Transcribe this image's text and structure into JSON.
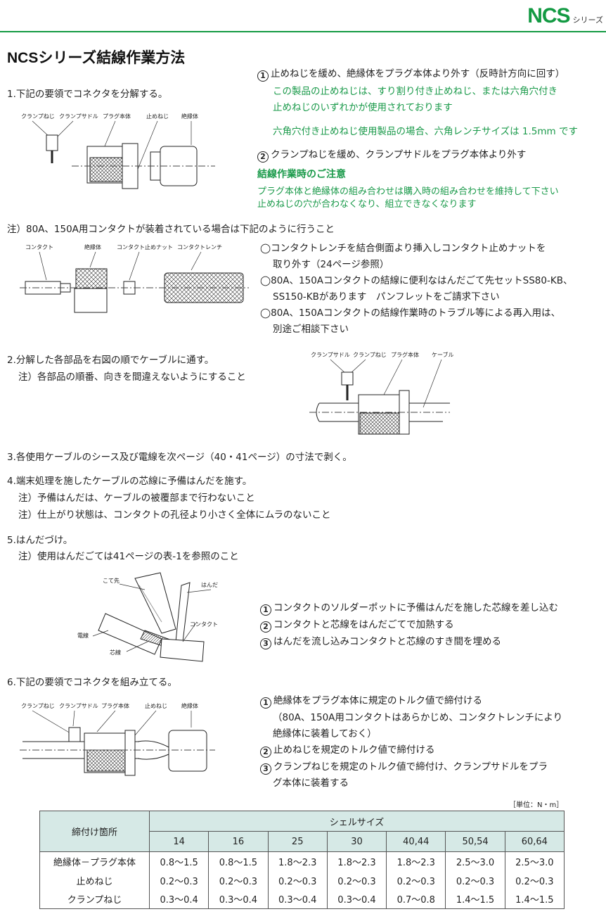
{
  "header": {
    "logo": "NCS",
    "series": "シリーズ"
  },
  "title": "NCSシリーズ結線作業方法",
  "step1": {
    "heading": "1.下記の要領でコネクタを分解する。",
    "fig_labels": [
      "クランプねじ",
      "クランプサドル",
      "プラグ本体",
      "止めねじ",
      "絶縁体"
    ]
  },
  "right1": {
    "item1_num": "1",
    "item1": "止めねじを緩め、絶縁体をプラグ本体より外す（反時計方向に回す）",
    "note1": "この製品の止めねじは、すり割り付き止めねじ、または六角穴付き",
    "note2": "止めねじのいずれかが使用されております",
    "note3": "六角穴付き止めねじ使用製品の場合、六角レンチサイズは 1.5mm です",
    "item2_num": "2",
    "item2": "クランプねじを緩め、クランプサドルをプラグ本体より外す",
    "caution_title": "結線作業時のご注意",
    "caution1": "プラグ本体と絶縁体の組み合わせは購入時の組み合わせを維持して下さい",
    "caution2": "止めねじの穴が合わなくなり、組立できなくなります"
  },
  "note80": {
    "line": "注）80A、150A用コンタクトが装着されている場合は下記のように行うこと",
    "fig_labels": [
      "コンタクト",
      "絶縁体",
      "コンタクト止めナット",
      "コンタクトレンチ"
    ],
    "b1a": "◯コンタクトレンチを結合側面より挿入しコンタクト止めナットを",
    "b1b": "取り外す（24ページ参照）",
    "b2a": "◯80A、150Aコンタクトの結線に便利なはんだごて先セットSS80-KB、",
    "b2b": "SS150-KBがあります　パンフレットをご請求下さい",
    "b3a": "◯80A、150Aコンタクトの結線作業時のトラブル等による再入用は、",
    "b3b": "別途ご相談下さい"
  },
  "step2": {
    "heading": "2.分解した各部品を右図の順でケーブルに通す。",
    "note": "注）各部品の順番、向きを間違えないようにすること",
    "fig_labels": [
      "クランプサドル",
      "クランプねじ",
      "プラグ本体",
      "ケーブル"
    ]
  },
  "step3": {
    "heading": "3.各使用ケーブルのシース及び電線を次ページ（40・41ページ）の寸法で剥く。"
  },
  "step4": {
    "heading": "4.端末処理を施したケーブルの芯線に予備はんだを施す。",
    "note1": "注）予備はんだは、ケーブルの被覆部まで行わないこと",
    "note2": "注）仕上がり状態は、コンタクトの孔径より小さく全体にムラのないこと"
  },
  "step5": {
    "heading": "5.はんだづけ。",
    "note": "注）使用はんだごては41ページの表-1を参照のこと",
    "fig_labels": [
      "こて先",
      "はんだ",
      "コンタクト",
      "電線",
      "芯線"
    ],
    "items": [
      {
        "num": "1",
        "text": "コンタクトのソルダーポットに予備はんだを施した芯線を差し込む"
      },
      {
        "num": "2",
        "text": "コンタクトと芯線をはんだごてで加熱する"
      },
      {
        "num": "3",
        "text": "はんだを流し込みコンタクトと芯線のすき間を埋める"
      }
    ]
  },
  "step6": {
    "heading": "6.下記の要領でコネクタを組み立てる。",
    "fig_labels": [
      "クランプねじ",
      "クランプサドル",
      "プラグ本体",
      "止めねじ",
      "絶縁体"
    ],
    "i1_num": "1",
    "i1a": "絶縁体をプラグ本体に規定のトルク値で締付ける",
    "i1b": "（80A、150A用コンタクトはあらかじめ、コンタクトレンチにより",
    "i1c": "絶縁体に装着しておく）",
    "i2_num": "2",
    "i2": "止めねじを規定のトルク値で締付ける",
    "i3_num": "3",
    "i3a": "クランプねじを規定のトルク値で締付け、クランプサドルをプラ",
    "i3b": "グ本体に装着する"
  },
  "table": {
    "unit": "［単位：N・m］",
    "col0": "締付け箇所",
    "group": "シェルサイズ",
    "sizes": [
      "14",
      "16",
      "25",
      "30",
      "40,44",
      "50,54",
      "60,64"
    ],
    "rows": [
      {
        "label": "絶縁体－プラグ本体",
        "values": [
          "0.8～1.5",
          "0.8～1.5",
          "1.8～2.3",
          "1.8～2.3",
          "1.8～2.3",
          "2.5～3.0",
          "2.5～3.0"
        ]
      },
      {
        "label": "止めねじ",
        "values": [
          "0.2～0.3",
          "0.2～0.3",
          "0.2～0.3",
          "0.2～0.3",
          "0.2～0.3",
          "0.2～0.3",
          "0.2～0.3"
        ]
      },
      {
        "label": "クランプねじ",
        "values": [
          "0.3～0.4",
          "0.3～0.4",
          "0.3～0.4",
          "0.3～0.4",
          "0.7～0.8",
          "1.4～1.5",
          "1.4～1.5"
        ]
      }
    ]
  }
}
